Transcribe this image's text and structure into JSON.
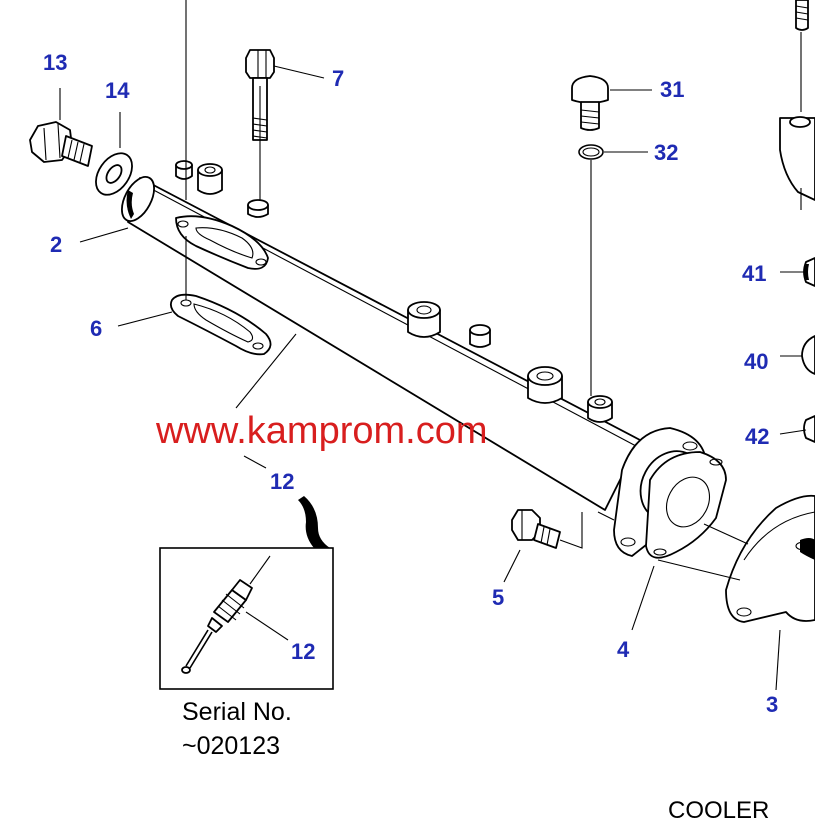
{
  "part_labels": {
    "p13": "13",
    "p14": "14",
    "p7": "7",
    "p31": "31",
    "p32": "32",
    "p2": "2",
    "p41": "41",
    "p6": "6",
    "p40": "40",
    "p42": "42",
    "p12_main": "12",
    "p12_inset": "12",
    "p5": "5",
    "p4": "4",
    "p3": "3"
  },
  "watermark": "www.kamprom.com",
  "inset": {
    "serial_label": "Serial No.",
    "serial_value": "~020123"
  },
  "footer_title": "COOLER",
  "colors": {
    "part_number": "#1f2bb3",
    "watermark": "#d81e1e",
    "line": "#000000",
    "background": "#ffffff"
  }
}
